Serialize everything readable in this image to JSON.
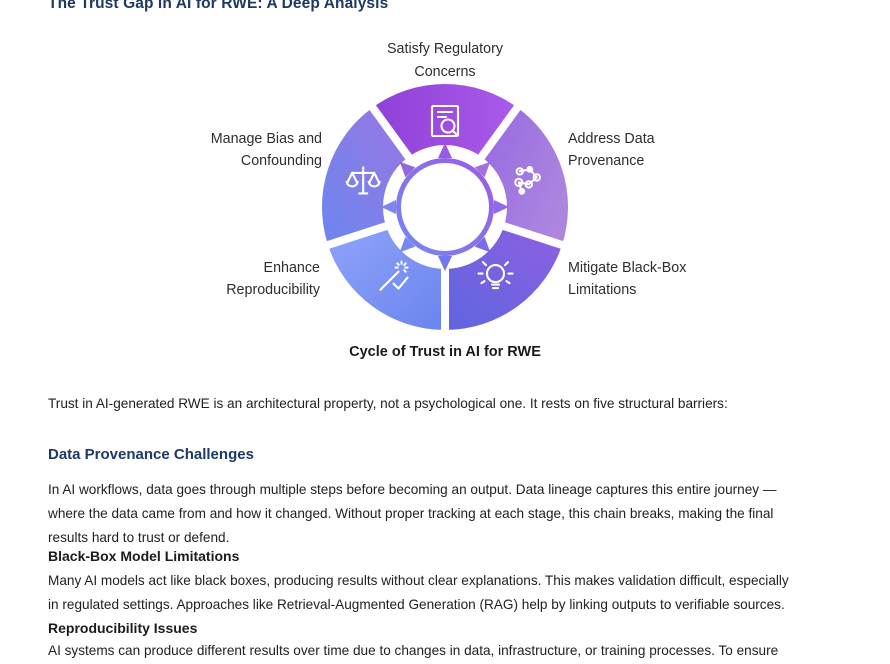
{
  "title": "The Trust Gap in AI for RWE: A Deep Analysis",
  "diagram": {
    "caption": "Cycle of Trust in AI for RWE",
    "labels": {
      "top": {
        "line1": "Satisfy Regulatory",
        "line2": "Concerns"
      },
      "right_top": {
        "line1": "Address Data",
        "line2": "Provenance"
      },
      "right_bottom": {
        "line1": "Mitigate Black-Box",
        "line2": "Limitations"
      },
      "left_bottom": {
        "line1": "Enhance",
        "line2": "Reproducibility"
      },
      "left_top": {
        "line1": "Manage Bias and",
        "line2": "Confounding"
      }
    },
    "segments": [
      {
        "name": "satisfy-regulatory-concerns",
        "icon": "document-search-icon",
        "colors": [
          "#8E40D8",
          "#AB5BE9"
        ]
      },
      {
        "name": "address-data-provenance",
        "icon": "molecule-network-icon",
        "colors": [
          "#9668E2",
          "#AC85DF"
        ]
      },
      {
        "name": "mitigate-black-box-limitations",
        "icon": "lightbulb-icon",
        "colors": [
          "#8E60E2",
          "#5F65DF"
        ]
      },
      {
        "name": "enhance-reproducibility",
        "icon": "magic-wand-icon",
        "colors": [
          "#8FA4F8",
          "#6B84EF"
        ]
      },
      {
        "name": "manage-bias-and-confounding",
        "icon": "balance-scales-icon",
        "colors": [
          "#6C86EE",
          "#9B76E3"
        ]
      }
    ],
    "ring_colors": [
      "#9C5CE4",
      "#7387F0"
    ]
  },
  "intro": "Trust in AI-generated RWE is an architectural property, not a psychological one. It rests on five structural barriers:",
  "sections": [
    {
      "heading": "Data Provenance Challenges",
      "body_lines": [
        "In AI workflows, data goes through multiple steps before becoming an output. Data lineage captures this entire journey —",
        "where the data came from and how it changed. Without proper tracking at each stage, this chain breaks, making the final",
        "results hard to trust or defend."
      ]
    },
    {
      "heading": "Black-Box Model Limitations",
      "body_lines": [
        "Many AI models act like black boxes, producing results without clear explanations. This makes validation difficult, especially",
        "in regulated settings. Approaches like Retrieval-Augmented Generation (RAG) help by linking outputs to verifiable sources."
      ]
    },
    {
      "heading": "Reproducibility Issues",
      "body_lines": [
        "AI systems can produce different results over time due to changes in data, infrastructure, or training processes. To ensure"
      ]
    }
  ]
}
